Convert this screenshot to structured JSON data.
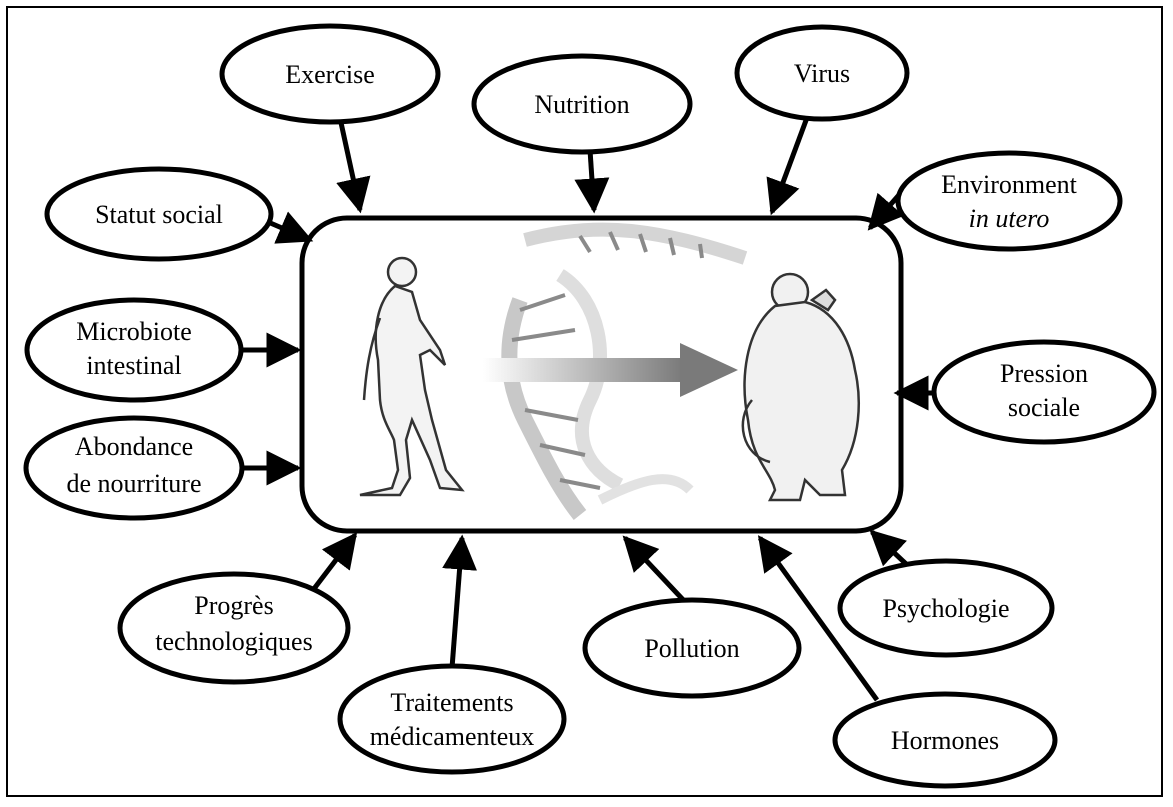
{
  "diagram": {
    "factors": {
      "exercise": {
        "line1": "Exercise"
      },
      "nutrition": {
        "line1": "Nutrition"
      },
      "virus": {
        "line1": "Virus"
      },
      "statut_social": {
        "line1": "Statut social"
      },
      "environment": {
        "line1": "Environment",
        "line2": "in utero"
      },
      "microbiote": {
        "line1": "Microbiote",
        "line2": "intestinal"
      },
      "pression": {
        "line1": "Pression",
        "line2": "sociale"
      },
      "abondance": {
        "line1": "Abondance",
        "line2": "de nourriture"
      },
      "progres": {
        "line1": "Progrès",
        "line2": "technologiques"
      },
      "traitements": {
        "line1": "Traitements",
        "line2": "médicamenteux"
      },
      "pollution": {
        "line1": "Pollution"
      },
      "psychologie": {
        "line1": "Psychologie"
      },
      "hormones": {
        "line1": "Hormones"
      }
    },
    "colors": {
      "stroke": "#000000",
      "arrow_gray": "#888888",
      "background": "#ffffff"
    }
  }
}
